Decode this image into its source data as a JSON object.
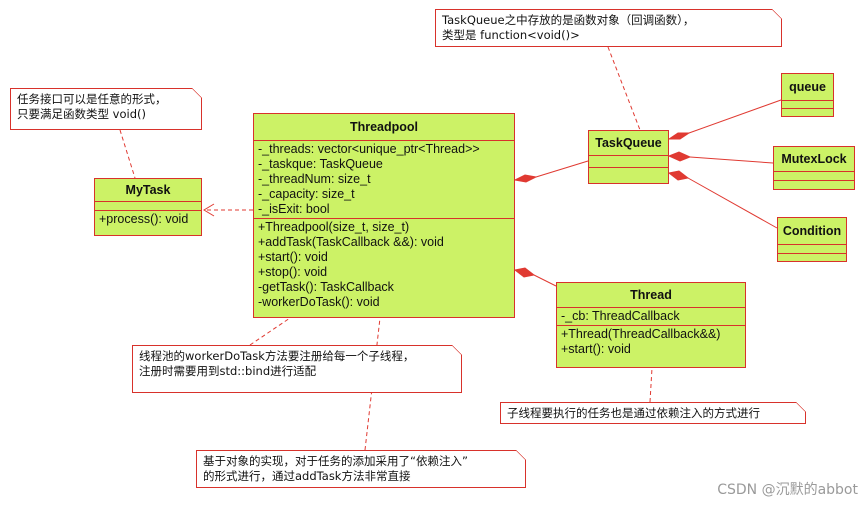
{
  "classes": {
    "mytask": {
      "name": "MyTask",
      "methods": [
        "+process(): void"
      ]
    },
    "threadpool": {
      "name": "Threadpool",
      "attributes": [
        "-_threads: vector<unique_ptr<Thread>>",
        "-_taskque: TaskQueue",
        "-_threadNum: size_t",
        "-_capacity: size_t",
        "-_isExit: bool"
      ],
      "methods": [
        "+Threadpool(size_t, size_t)",
        "+addTask(TaskCallback &&): void",
        "+start(): void",
        "+stop(): void",
        "-getTask(): TaskCallback",
        "-workerDoTask(): void"
      ]
    },
    "taskqueue": {
      "name": "TaskQueue"
    },
    "queue": {
      "name": "queue"
    },
    "mutexlock": {
      "name": "MutexLock"
    },
    "condition": {
      "name": "Condition"
    },
    "thread": {
      "name": "Thread",
      "attributes": [
        "-_cb: ThreadCallback"
      ],
      "methods": [
        "+Thread(ThreadCallback&&)",
        "+start(): void"
      ]
    }
  },
  "notes": {
    "task_interface": [
      "任务接口可以是任意的形式，",
      "只要满足函数类型 void()"
    ],
    "taskqueue_note": [
      "TaskQueue之中存放的是函数对象（回调函数），",
      "类型是 function<void()>"
    ],
    "worker_note": [
      "线程池的workerDoTask方法要注册给每一个子线程，",
      "注册时需要用到std::bind进行适配"
    ],
    "thread_note": [
      "子线程要执行的任务也是通过依赖注入的方式进行"
    ],
    "addtask_note": [
      "基于对象的实现，对于任务的添加采用了“依赖注入”",
      "的形式进行，通过addTask方法非常直接"
    ]
  },
  "watermark": "CSDN @沉默的abbot",
  "colors": {
    "class_fill": "#ccf266",
    "border": "#d8322b",
    "note_fill": "#ffffff"
  }
}
